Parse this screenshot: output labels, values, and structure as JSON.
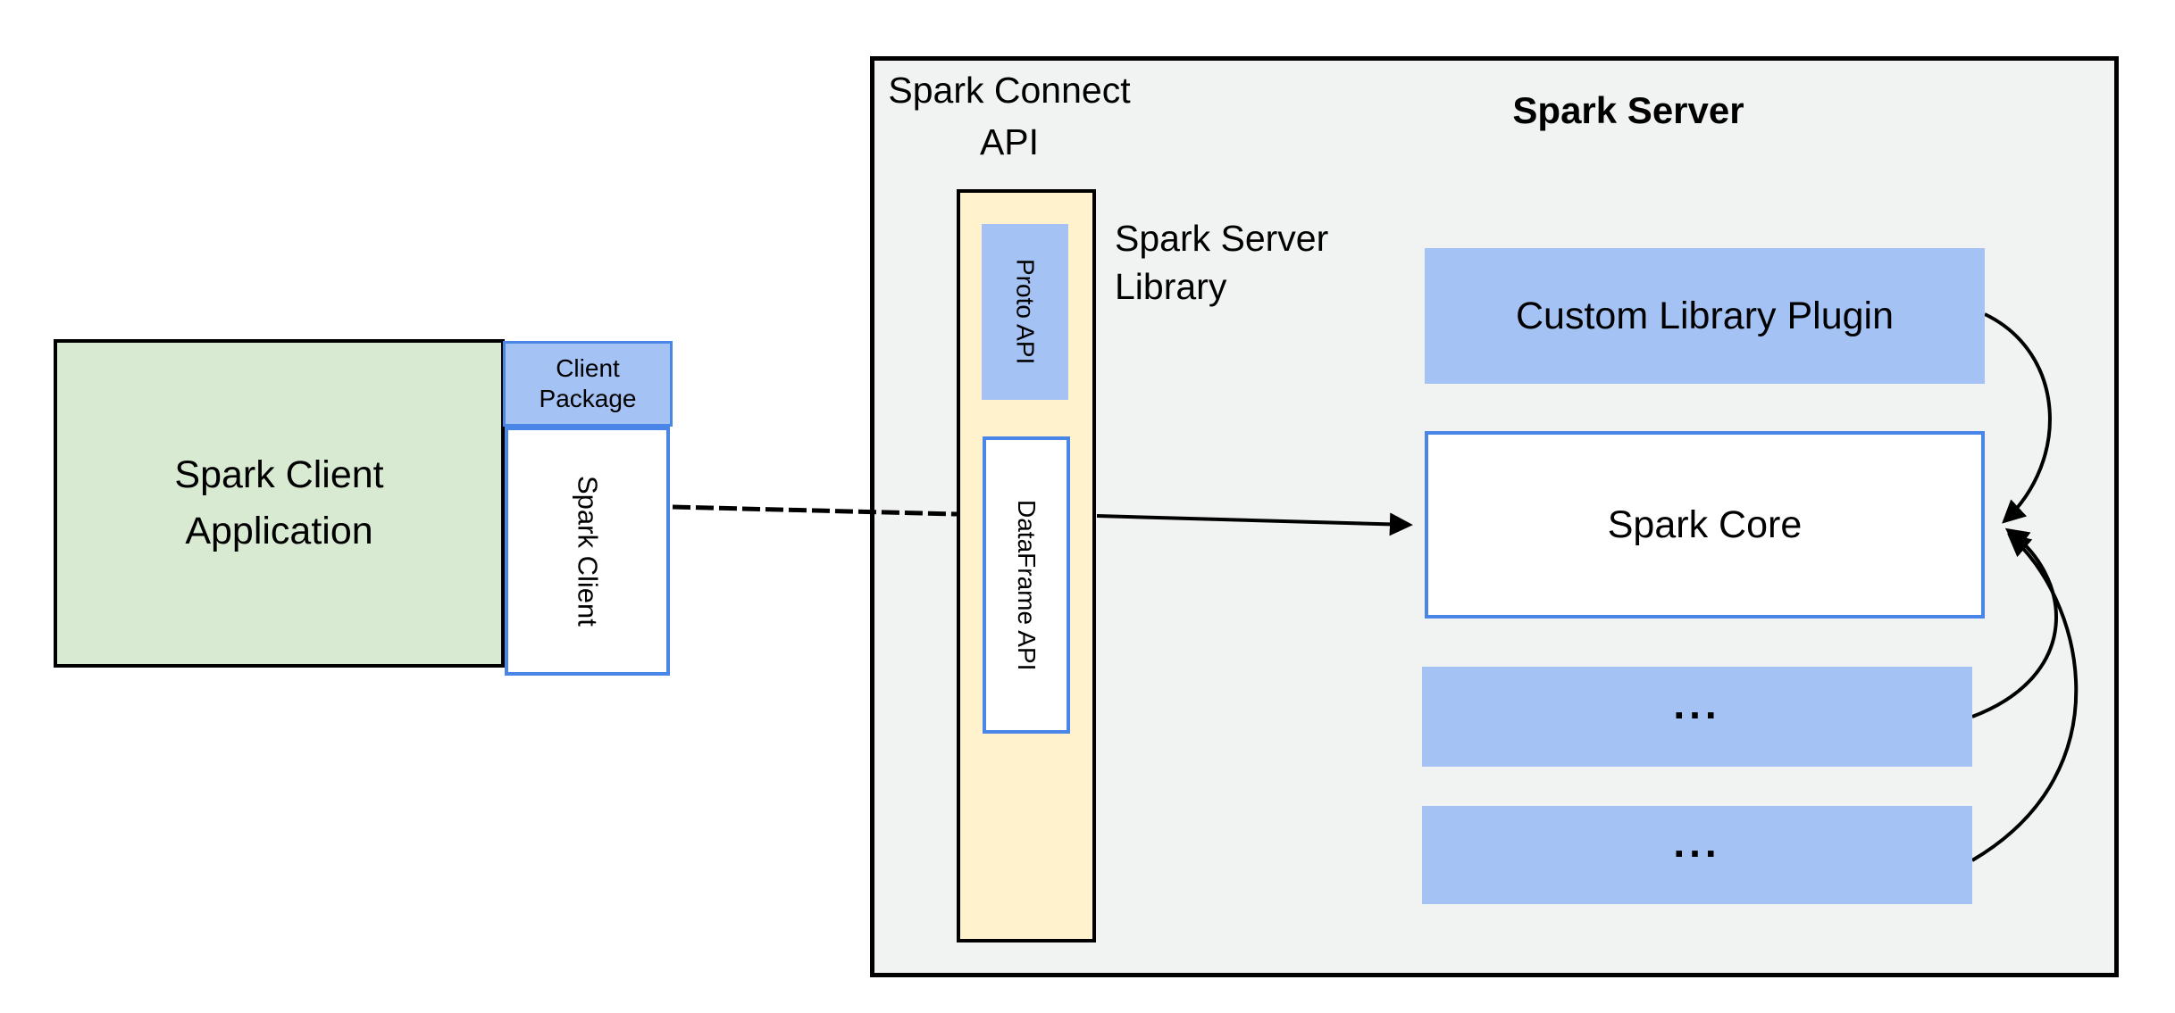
{
  "diagram": {
    "client_side": {
      "application": {
        "line1": "Spark Client",
        "line2": "Application"
      },
      "client_package": {
        "line1": "Client",
        "line2": "Package"
      },
      "spark_client_vertical": "Spark Client"
    },
    "connect_api": {
      "title_line1": "Spark Connect",
      "title_line2": "API",
      "proto_api": "Proto API",
      "dataframe_api": "DataFrame API"
    },
    "server": {
      "title": "Spark Server",
      "library_label_line1": "Spark Server",
      "library_label_line2": "Library",
      "custom_library_plugin": "Custom Library Plugin",
      "spark_core": "Spark Core",
      "ellipsis_top": "...",
      "ellipsis_bottom": "..."
    },
    "colors": {
      "blue_fill": "#a4c2f4",
      "blue_border": "#4a86e8",
      "green_fill": "#d9ead3",
      "yellow_fill": "#fff2cc",
      "gray_fill": "#f1f2f2",
      "line": "#000000"
    }
  }
}
